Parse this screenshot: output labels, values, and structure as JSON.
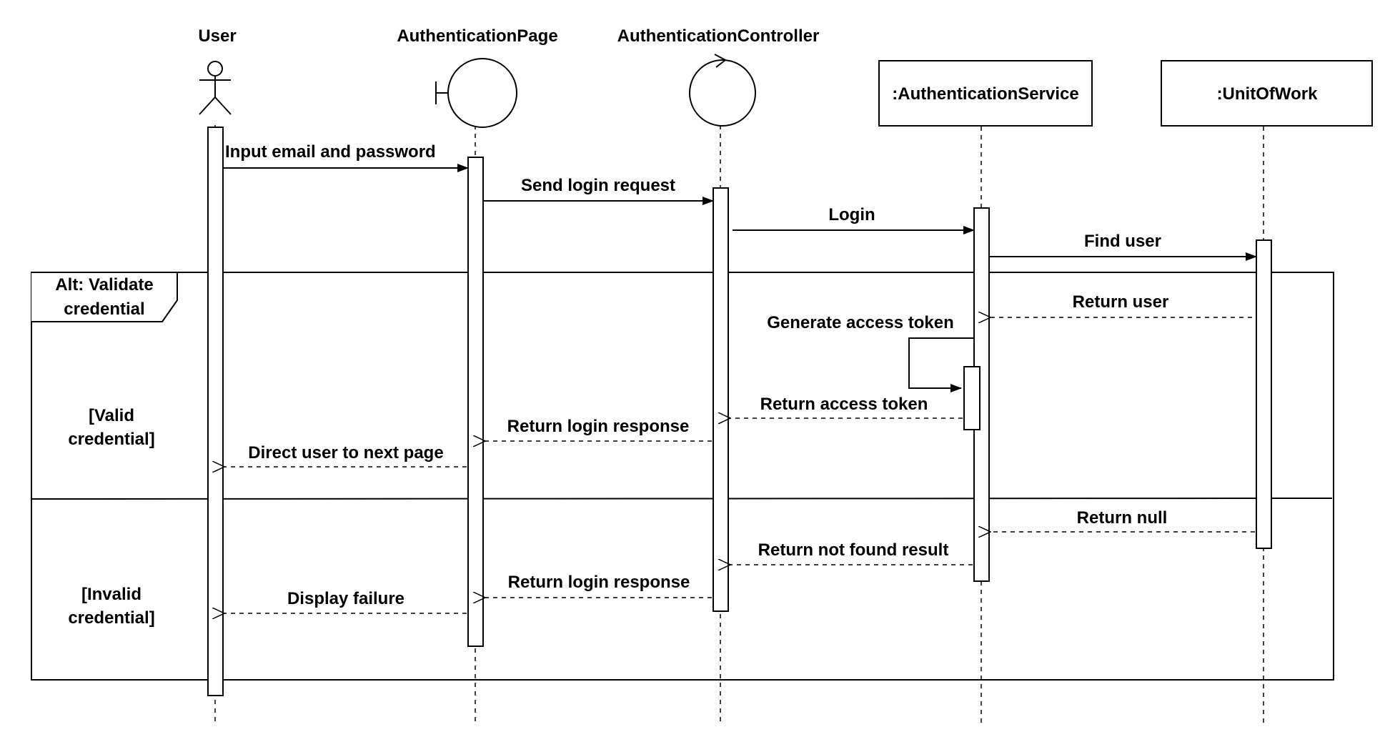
{
  "participants": [
    {
      "name": "User",
      "kind": "actor"
    },
    {
      "name": "AuthenticationPage",
      "kind": "boundary"
    },
    {
      "name": "AuthenticationController",
      "kind": "control"
    },
    {
      "name": ":AuthenticationService",
      "kind": "object"
    },
    {
      "name": ":UnitOfWork",
      "kind": "object"
    }
  ],
  "fragment": {
    "label_line1": "Alt: Validate",
    "label_line2": "credential",
    "guard1_line1": "[Valid",
    "guard1_line2": "credential]",
    "guard2_line1": "[Invalid",
    "guard2_line2": "credential]"
  },
  "messages": [
    {
      "label": "Input email and password",
      "type": "sync"
    },
    {
      "label": "Send login request",
      "type": "sync"
    },
    {
      "label": "Login",
      "type": "sync"
    },
    {
      "label": "Find user",
      "type": "sync"
    },
    {
      "label": "Return user",
      "type": "return"
    },
    {
      "label": "Generate access token",
      "type": "self"
    },
    {
      "label": "Return access token",
      "type": "return"
    },
    {
      "label": "Return login response",
      "type": "return"
    },
    {
      "label": "Direct user to next page",
      "type": "return"
    },
    {
      "label": "Return null",
      "type": "return"
    },
    {
      "label": "Return not found result",
      "type": "return"
    },
    {
      "label": "Return login response",
      "type": "return"
    },
    {
      "label": "Display failure",
      "type": "return"
    }
  ],
  "colors": {
    "stroke": "#000000",
    "background": "#ffffff"
  }
}
